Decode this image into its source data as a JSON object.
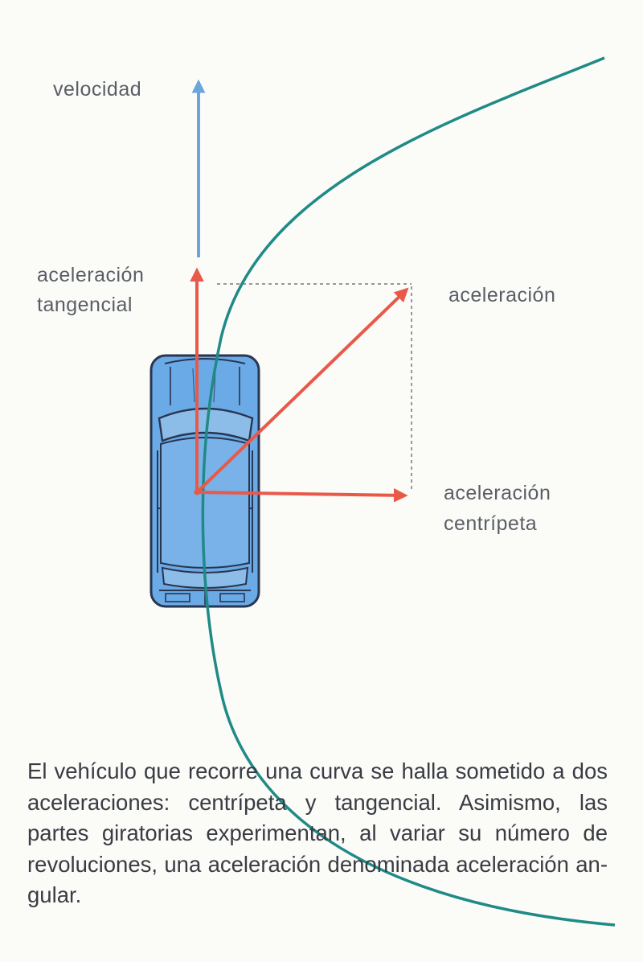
{
  "labels": {
    "velocity": "velocidad",
    "tangential_line1": "aceleración",
    "tangential_line2": "tangencial",
    "total": "aceleración",
    "centripetal_line1": "aceleración",
    "centripetal_line2": "centrípeta"
  },
  "caption": "El vehículo que recorre una curva se halla so­metido a dos aceleraciones: centrípeta y tan­gencial. Asimismo, las partes giratorias expe­rimentan, al variar su número de revoluciones, una aceleración denominada aceleración an­gular.",
  "colors": {
    "velocity_arrow": "#6aa6dc",
    "acceleration_arrows": "#e8594a",
    "curve": "#1f8a86",
    "car_body": "#6aaae6",
    "car_outline": "#2a3550",
    "guide_lines": "#777777"
  },
  "icons": {
    "car": "car-top-view-icon"
  }
}
